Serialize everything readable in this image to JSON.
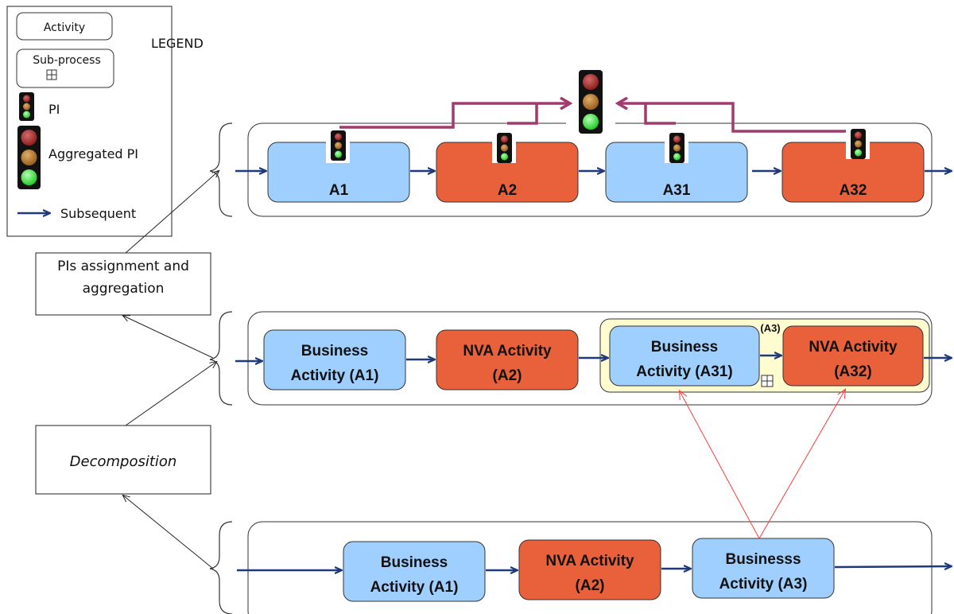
{
  "colors": {
    "blue_activity": "#9fcfff",
    "red_activity": "#e8613a",
    "navy_arrow": "#1f3a7a",
    "purple_arrow": "#a23a6e",
    "red_link": "#ff3b3b",
    "subprocess_fill": "#fffdd0"
  },
  "legend": {
    "title": "LEGEND",
    "activity": "Activity",
    "subprocess": "Sub-process",
    "pi": "PI",
    "aggregated_pi": "Aggregated PI",
    "subsequent": "Subsequent"
  },
  "notes": {
    "pis_line1": "PIs assignment and",
    "pis_line2": "aggregation",
    "decomposition": "Decomposition"
  },
  "top_row": {
    "a1": "A1",
    "a2": "A2",
    "a31": "A31",
    "a32": "A32"
  },
  "middle_row": {
    "a1_line1": "Business",
    "a1_line2": "Activity (A1)",
    "a2_line1": "NVA Activity",
    "a2_line2": "(A2)",
    "a31_line1": "Business",
    "a31_line2": "Activity (A31)",
    "a32_line1": "NVA Activity",
    "a32_line2": "(A32)",
    "subprocess_label": "(A3)"
  },
  "bottom_row": {
    "a1_line1": "Business",
    "a1_line2": "Activity (A1)",
    "a2_line1": "NVA Activity",
    "a2_line2": "(A2)",
    "a3_line1": "Businesss",
    "a3_line2": "Activity (A3)"
  }
}
